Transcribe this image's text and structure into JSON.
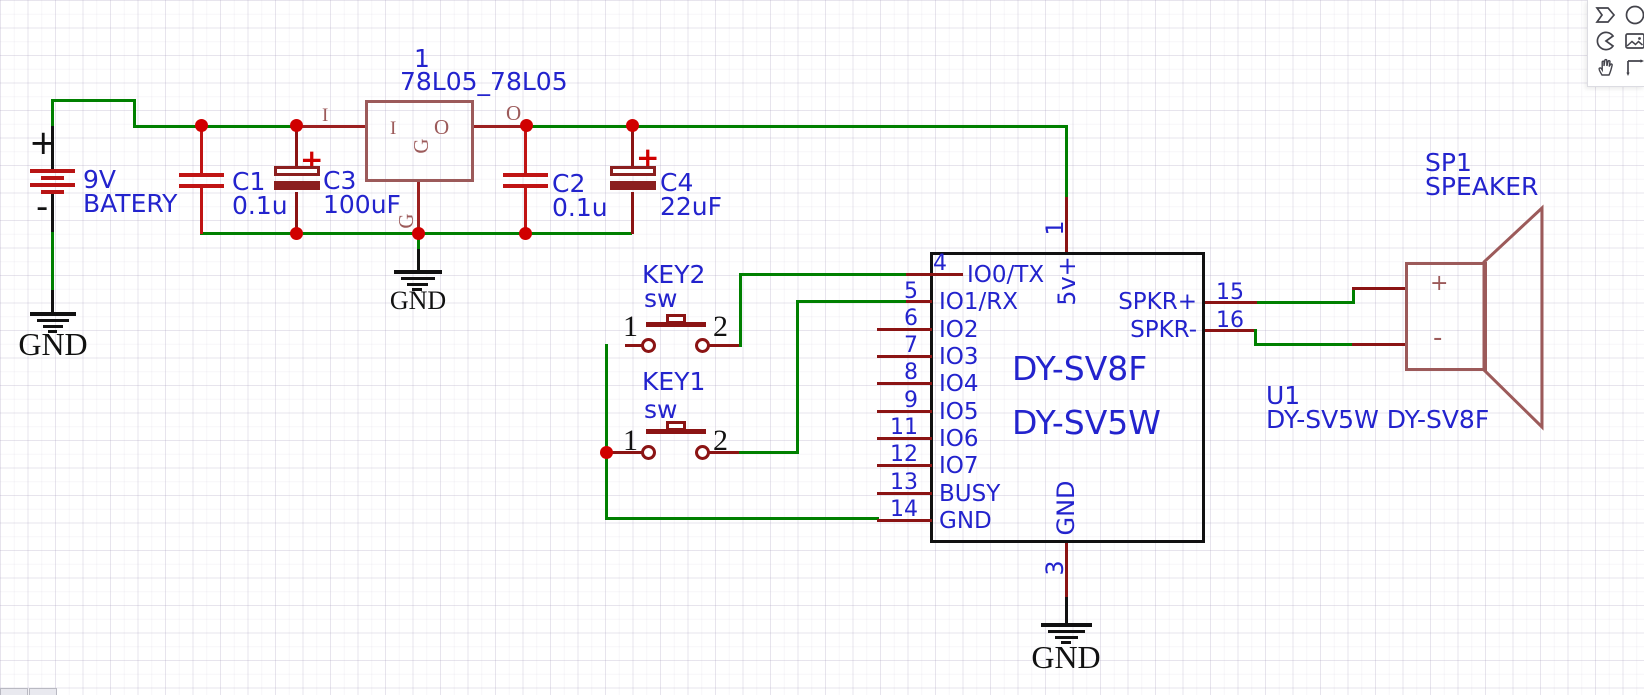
{
  "colors": {
    "wire_green": "#008000",
    "bright_red": "#c01414",
    "pin_maroon": "#8b1414",
    "rose": "#9c5a5a",
    "junction_red": "#d00000",
    "text_blue": "#2323cd"
  },
  "toolbar": {
    "icons": [
      {
        "name": "polygon-tool"
      },
      {
        "name": "ellipse-tool"
      },
      {
        "name": "arc-tool"
      },
      {
        "name": "image-tool"
      },
      {
        "name": "pan-tool"
      },
      {
        "name": "dimension-tool"
      }
    ]
  },
  "battery": {
    "ref": "9V",
    "value": "BATERY",
    "plus": "+",
    "minus": "-",
    "gnd": "GND"
  },
  "regulator": {
    "designator": "1",
    "name": "78L05_78L05",
    "pin_in": "I",
    "pin_out": "O",
    "pin_gnd": "G",
    "pin_in_inner": "I",
    "pin_out_inner": "O",
    "pin_gnd_inner": "G",
    "gnd": "GND"
  },
  "capacitors": {
    "c1": {
      "ref": "C1",
      "value": "0.1u"
    },
    "c3": {
      "ref": "C3",
      "value": "100uF",
      "plus": "+"
    },
    "c2": {
      "ref": "C2",
      "value": "0.1u"
    },
    "c4": {
      "ref": "C4",
      "value": "22uF",
      "plus": "+"
    }
  },
  "keys": {
    "key2": {
      "ref": "KEY2",
      "value": "sw",
      "pin1": "1",
      "pin2": "2"
    },
    "key1": {
      "ref": "KEY1",
      "value": "sw",
      "pin1": "1",
      "pin2": "2"
    }
  },
  "chip": {
    "ref": "U1",
    "value": "DY-SV5W DY-SV8F",
    "title1": "DY-SV8F",
    "title2": "DY-SV5W",
    "gnd": "GND",
    "top_pin": {
      "number": "1",
      "name": "5v+"
    },
    "bottom_pin": {
      "number": "3",
      "name": "GND"
    },
    "left_pins": [
      {
        "number": "4",
        "name": "IO0/TX"
      },
      {
        "number": "5",
        "name": "IO1/RX"
      },
      {
        "number": "6",
        "name": "IO2"
      },
      {
        "number": "7",
        "name": "IO3"
      },
      {
        "number": "8",
        "name": "IO4"
      },
      {
        "number": "9",
        "name": "IO5"
      },
      {
        "number": "11",
        "name": "IO6"
      },
      {
        "number": "12",
        "name": "IO7"
      },
      {
        "number": "13",
        "name": "BUSY"
      },
      {
        "number": "14",
        "name": "GND"
      }
    ],
    "right_pins": [
      {
        "number": "15",
        "name": "SPKR+"
      },
      {
        "number": "16",
        "name": "SPKR-"
      }
    ]
  },
  "speaker": {
    "ref": "SP1",
    "value": "SPEAKER",
    "plus": "+",
    "minus": "-"
  }
}
